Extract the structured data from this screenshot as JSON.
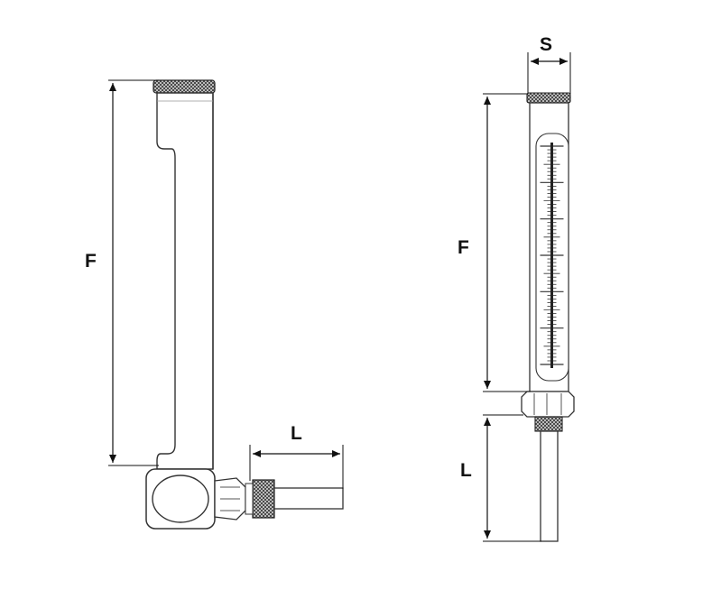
{
  "figure": {
    "angle_thermometer": {
      "height_dimension_label": "F",
      "stem_length_label": "L"
    },
    "straight_thermometer": {
      "width_dimension_label": "S",
      "height_dimension_label": "F",
      "stem_length_label": "L"
    }
  },
  "colors": {
    "ink": "#111111",
    "line": "#333333",
    "knurl": "#555555",
    "fill": "#ffffff",
    "mercury": "#222222"
  }
}
